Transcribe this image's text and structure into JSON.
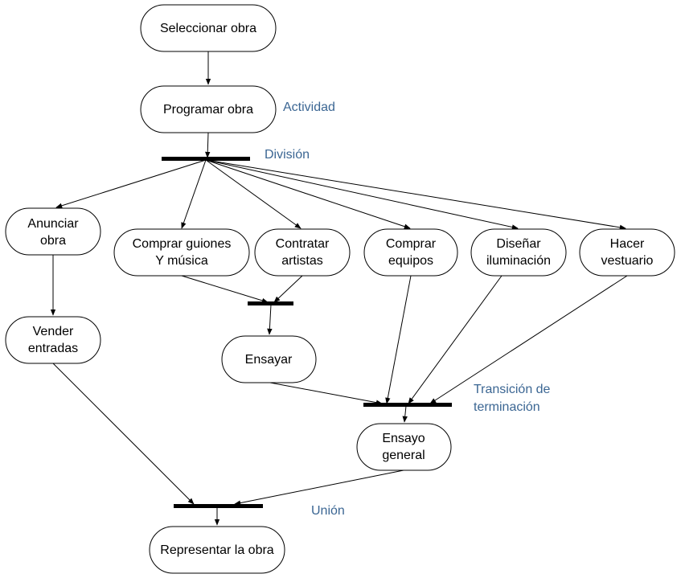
{
  "colors": {
    "label": "#3b6693",
    "stroke": "#000000",
    "node_fill": "#ffffff"
  },
  "nodes": {
    "seleccionar": [
      "Seleccionar obra"
    ],
    "programar": [
      "Programar obra"
    ],
    "anunciar": [
      "Anunciar",
      "obra"
    ],
    "guiones": [
      "Comprar guiones",
      "Y música"
    ],
    "contratar": [
      "Contratar",
      "artistas"
    ],
    "equipos": [
      "Comprar",
      "equipos"
    ],
    "iluminacion": [
      "Diseñar",
      "iluminación"
    ],
    "vestuario": [
      "Hacer",
      "vestuario"
    ],
    "vender": [
      "Vender",
      "entradas"
    ],
    "ensayar": [
      "Ensayar"
    ],
    "ensayo_general": [
      "Ensayo",
      "general"
    ],
    "representar": [
      "Representar la obra"
    ]
  },
  "labels": {
    "actividad": [
      "Actividad"
    ],
    "division": [
      "División"
    ],
    "transicion": [
      "Transición de",
      "terminación"
    ],
    "union": [
      "Unión"
    ]
  }
}
